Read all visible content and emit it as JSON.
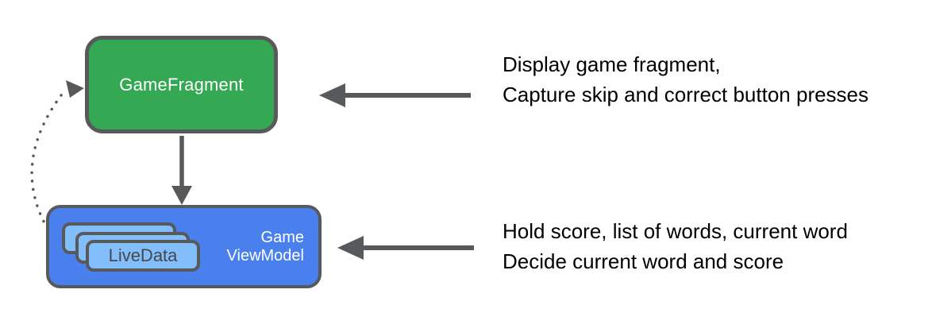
{
  "colors": {
    "box_green": "#34A853",
    "box_blue": "#4A80EE",
    "card_light_blue": "#82BDFC",
    "stroke_gray": "#58595B",
    "label_white": "#FFFFFF",
    "livedata_text": "#47484A",
    "note_text": "#000000"
  },
  "fragment_box": {
    "label": "GameFragment"
  },
  "viewmodel_box": {
    "label_line1": "Game",
    "label_line2": "ViewModel"
  },
  "livedata": {
    "label": "LiveData",
    "card_count": 3
  },
  "notes": {
    "fragment": {
      "line1": "Display game fragment,",
      "line2": "Capture skip and correct button presses"
    },
    "viewmodel": {
      "line1": "Hold score, list of words, current word",
      "line2": "Decide current word and score"
    }
  },
  "arrows": {
    "fragment_note_arrow": "left-arrow",
    "viewmodel_note_arrow": "left-arrow",
    "fragment_to_viewmodel_arrow": "down-arrow",
    "livedata_observe_arrow": "dotted-curved-arrow"
  }
}
